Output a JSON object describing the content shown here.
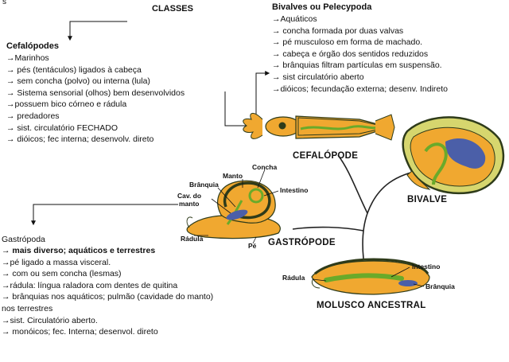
{
  "classes_title": "CLASSES",
  "corner_mark": "s",
  "cefalopodes": {
    "title": "Cefalópodes",
    "items": [
      "→Marinhos",
      "→ pés (tentáculos) ligados à cabeça",
      "→ sem concha (polvo) ou interna (lula)",
      "→ Sistema sensorial (olhos) bem desenvolvidos",
      "→possuem bico córneo e rádula",
      "→ predadores",
      "→ sist. circulatório FECHADO",
      "→ dióicos; fec interna; desenvolv. direto"
    ]
  },
  "bivalves": {
    "title": "Bivalves ou Pelecypoda",
    "items": [
      "→Aquáticos",
      "→ concha formada por duas valvas",
      "→ pé musculoso em forma de machado.",
      "→ cabeça e órgão dos sentidos reduzidos",
      "→ brânquias filtram partículas em suspensão.",
      "→ sist circulatório aberto",
      "→dióicos; fecundação externa; desenv. Indireto"
    ]
  },
  "gastropoda": {
    "title": "Gastrópoda",
    "items": [
      "→ mais diverso; aquáticos e terrestres",
      "→pé ligado a massa visceral.",
      "→ com ou sem concha (lesmas)",
      "→rádula: língua raladora com dentes de quitina",
      "→ brânquias nos aquáticos; pulmão (cavidade do manto)",
      "nos terrestres",
      "→sist. Circulatório aberto.",
      "→ monóicos; fec. Interna; desenvol. direto"
    ]
  },
  "diagram_labels": {
    "cefalopode": "CEFALÓPODE",
    "bivalve": "BIVALVE",
    "gastropode": "GASTRÓPODE",
    "ancestral": "MOLUSCO ANCESTRAL",
    "concha": "Concha",
    "manto": "Manto",
    "branquia": "Brânquia",
    "cav_manto_1": "Cav. do",
    "cav_manto_2": "manto",
    "intestino": "Intestino",
    "radula": "Rádula",
    "pe": "Pé",
    "anc_intestino": "Intestino",
    "anc_radula": "Rádula",
    "anc_branquia": "Brânquia"
  },
  "colors": {
    "body_orange": "#f0a830",
    "shell_dark": "#2e3b1a",
    "gut_green": "#6aaa2a",
    "gill_blue": "#4b5fa8",
    "shell_olive": "#d6d66e"
  }
}
